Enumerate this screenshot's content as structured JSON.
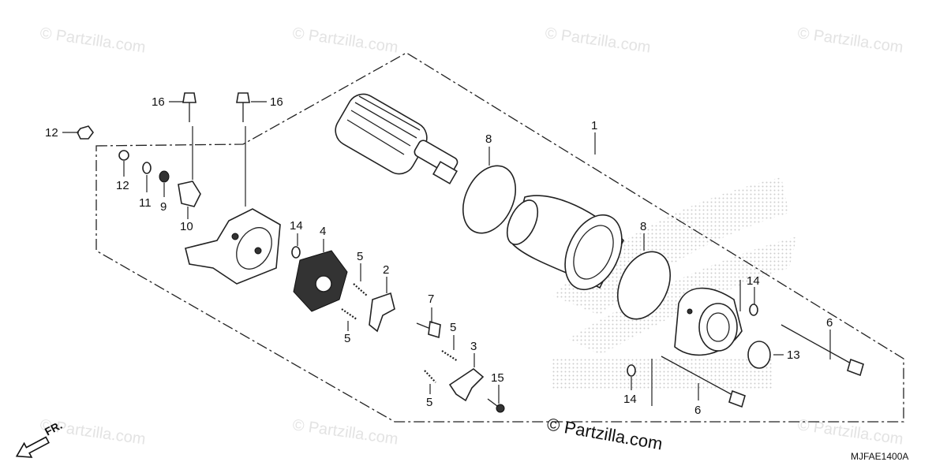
{
  "watermark": "© Partzilla.com",
  "brand_watermark": "© Partzilla.com",
  "diagram_code": "MJFAE1400A",
  "direction_label": "FR.",
  "callouts": {
    "c1": "1",
    "c2": "2",
    "c3": "3",
    "c4": "4",
    "c5a": "5",
    "c5b": "5",
    "c5c": "5",
    "c5d": "5",
    "c6a": "6",
    "c6b": "6",
    "c7": "7",
    "c8a": "8",
    "c8b": "8",
    "c9": "9",
    "c10": "10",
    "c11": "11",
    "c12a": "12",
    "c12b": "12",
    "c13": "13",
    "c14a": "14",
    "c14b": "14",
    "c14c": "14",
    "c15": "15",
    "c16a": "16",
    "c16b": "16"
  },
  "colors": {
    "line": "#222222",
    "watermark": "#e3e3e3",
    "halftone": "#c8c8c8"
  },
  "icons": {
    "direction_arrow": "arrow-icon"
  }
}
